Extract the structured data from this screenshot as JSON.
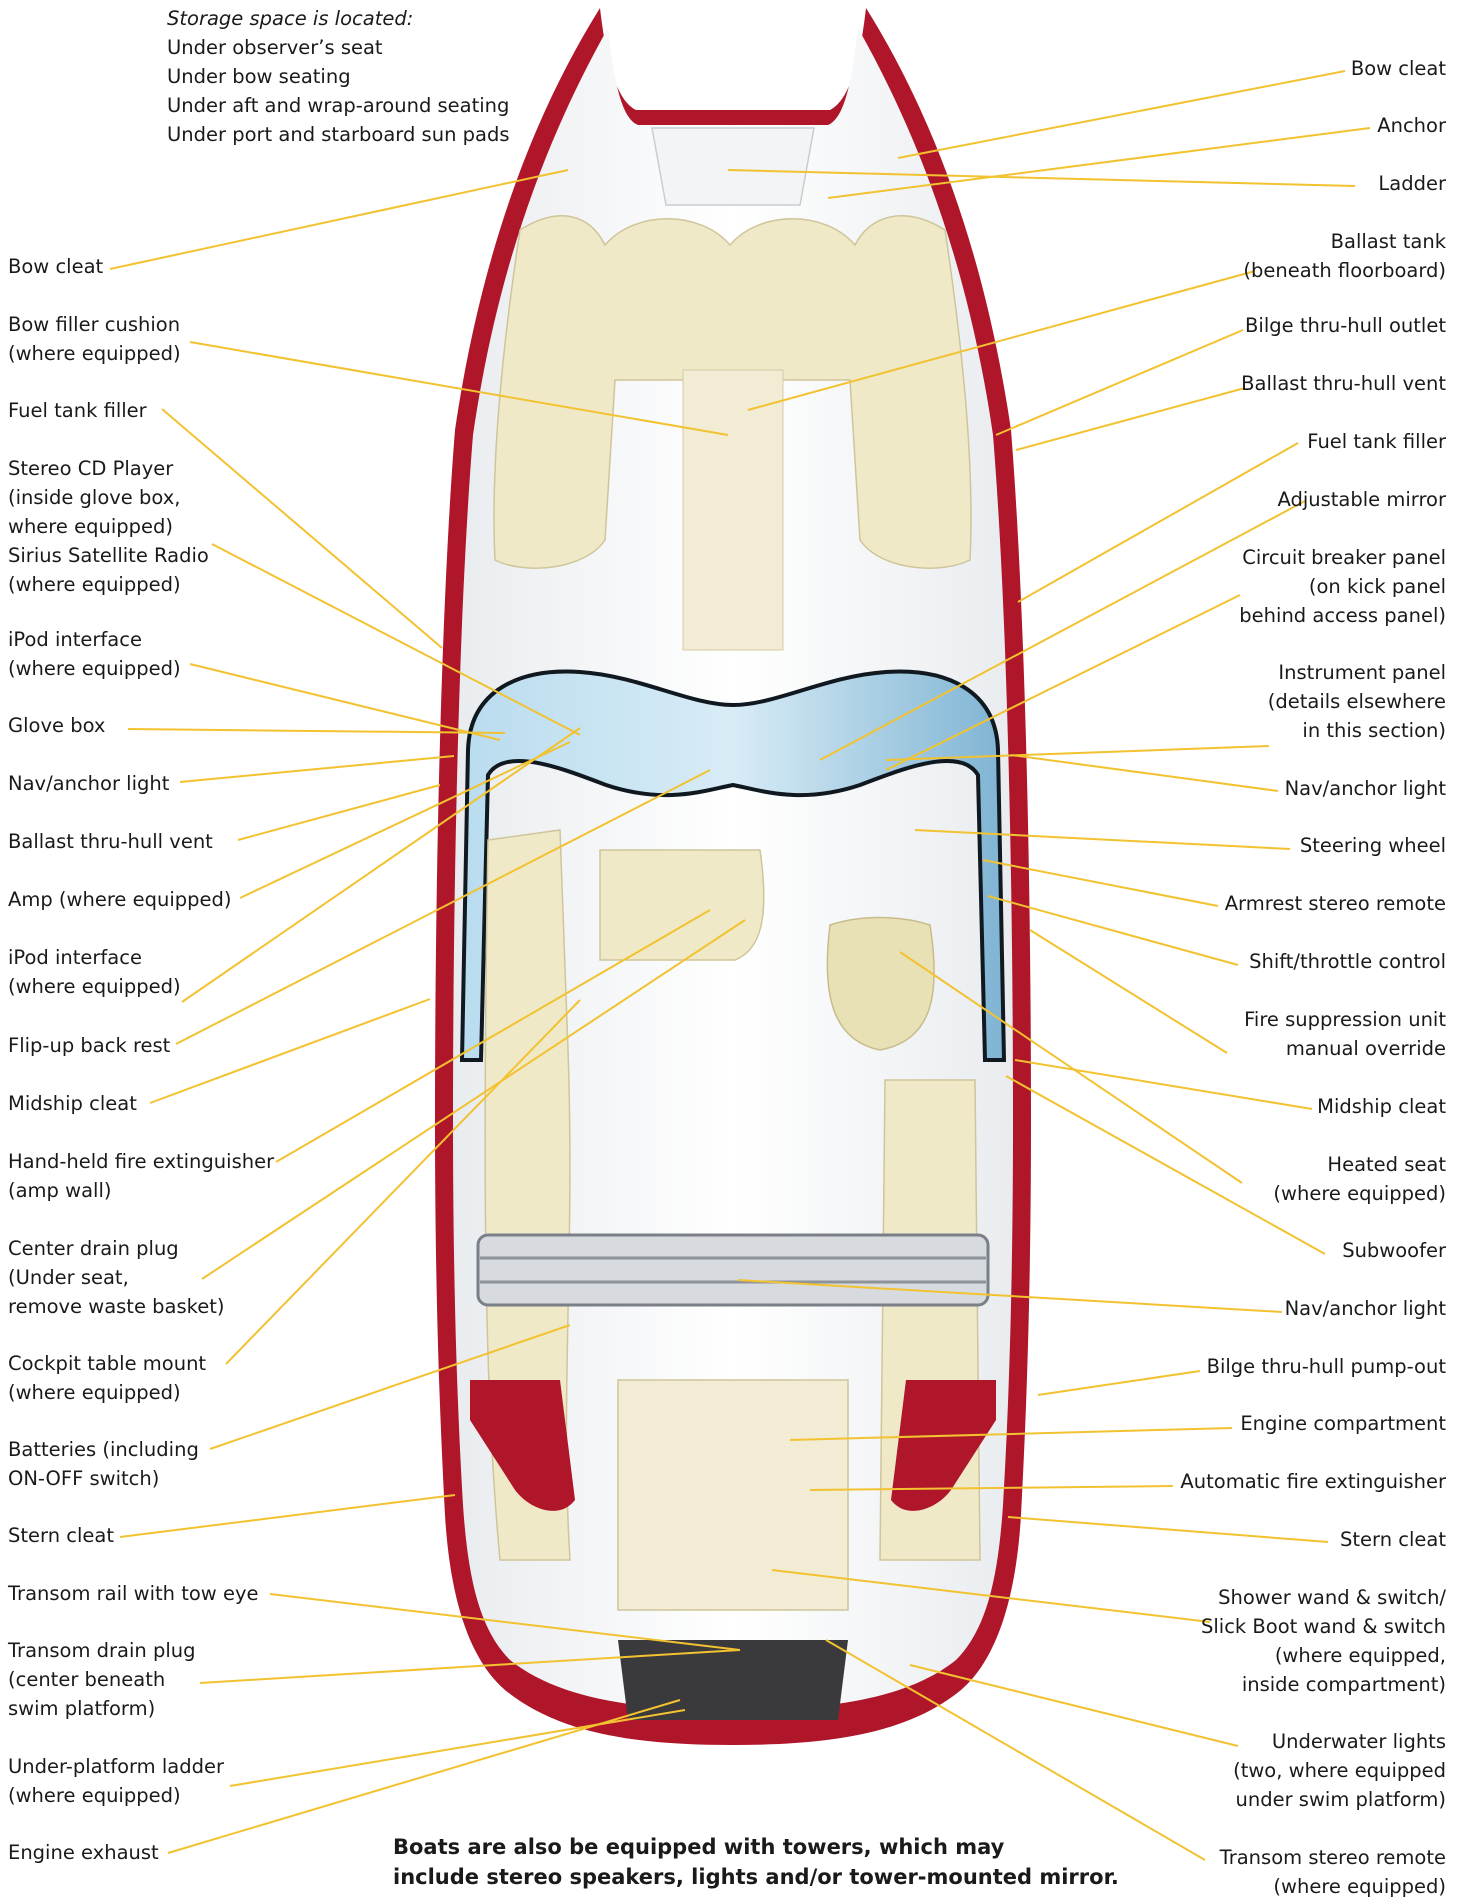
{
  "storage": {
    "heading": "Storage space is located:",
    "lines": [
      "Under observer’s seat",
      "Under bow seating",
      "Under aft and wrap-around seating",
      "Under port and starboard sun pads"
    ]
  },
  "left_labels": [
    {
      "lines": [
        "Bow cleat"
      ]
    },
    {
      "lines": [
        "Bow filler cushion",
        "(where equipped)"
      ]
    },
    {
      "lines": [
        "Fuel tank filler"
      ]
    },
    {
      "lines": [
        "Stereo CD Player",
        "(inside glove box,",
        "where equipped)",
        "Sirius Satellite Radio",
        "(where equipped)"
      ]
    },
    {
      "lines": [
        "iPod interface",
        "(where equipped)"
      ]
    },
    {
      "lines": [
        "Glove box"
      ]
    },
    {
      "lines": [
        "Nav/anchor light"
      ]
    },
    {
      "lines": [
        "Ballast thru-hull vent"
      ]
    },
    {
      "lines": [
        "Amp (where equipped)"
      ]
    },
    {
      "lines": [
        "iPod interface",
        "(where equipped)"
      ]
    },
    {
      "lines": [
        "Flip-up back rest"
      ]
    },
    {
      "lines": [
        "Midship cleat"
      ]
    },
    {
      "lines": [
        "Hand-held fire extinguisher",
        "(amp wall)"
      ]
    },
    {
      "lines": [
        "Center drain plug",
        "(Under seat,",
        "remove waste basket)"
      ]
    },
    {
      "lines": [
        "Cockpit table mount",
        "(where equipped)"
      ]
    },
    {
      "lines": [
        "Batteries (including",
        "ON-OFF switch)"
      ]
    },
    {
      "lines": [
        "Stern cleat"
      ]
    },
    {
      "lines": [
        "Transom rail with tow eye"
      ]
    },
    {
      "lines": [
        "Transom drain plug",
        "(center beneath",
        "swim platform)"
      ]
    },
    {
      "lines": [
        "Under-platform ladder",
        "(where equipped)"
      ]
    },
    {
      "lines": [
        "Engine exhaust"
      ]
    }
  ],
  "right_labels": [
    {
      "lines": [
        "Bow cleat"
      ]
    },
    {
      "lines": [
        "Anchor"
      ]
    },
    {
      "lines": [
        "Ladder"
      ]
    },
    {
      "lines": [
        "Ballast tank",
        "(beneath floorboard)"
      ]
    },
    {
      "lines": [
        "Bilge thru-hull outlet"
      ]
    },
    {
      "lines": [
        "Ballast thru-hull vent"
      ]
    },
    {
      "lines": [
        "Fuel tank filler"
      ]
    },
    {
      "lines": [
        "Adjustable mirror"
      ]
    },
    {
      "lines": [
        "Circuit breaker panel",
        "(on kick panel",
        "behind access panel)"
      ]
    },
    {
      "lines": [
        "Instrument panel",
        "(details elsewhere",
        "in this section)"
      ]
    },
    {
      "lines": [
        "Nav/anchor light"
      ]
    },
    {
      "lines": [
        "Steering wheel"
      ]
    },
    {
      "lines": [
        "Armrest stereo remote"
      ]
    },
    {
      "lines": [
        "Shift/throttle control"
      ]
    },
    {
      "lines": [
        "Fire suppression unit",
        "manual override"
      ]
    },
    {
      "lines": [
        "Midship cleat"
      ]
    },
    {
      "lines": [
        "Heated seat",
        "(where equipped)"
      ]
    },
    {
      "lines": [
        "Subwoofer"
      ]
    },
    {
      "lines": [
        "Nav/anchor light"
      ]
    },
    {
      "lines": [
        "Bilge thru-hull pump-out"
      ]
    },
    {
      "lines": [
        "Engine compartment"
      ]
    },
    {
      "lines": [
        "Automatic fire extinguisher"
      ]
    },
    {
      "lines": [
        "Stern cleat"
      ]
    },
    {
      "lines": [
        "Shower wand & switch/",
        "Slick Boot wand & switch",
        "(where equipped,",
        "inside compartment)"
      ]
    },
    {
      "lines": [
        "Underwater lights",
        "(two, where equipped",
        "under swim platform)"
      ]
    },
    {
      "lines": [
        "Transom stereo remote",
        "(where equipped)"
      ]
    }
  ],
  "note": [
    "Boats are also be equipped with towers, which may",
    "include stereo speakers, lights and/or tower-mounted mirror."
  ],
  "colors": {
    "leader": "#f2c230",
    "hull_red": "#b0162a",
    "seat": "#efe9c8",
    "windshield": "#a9cfe6"
  }
}
